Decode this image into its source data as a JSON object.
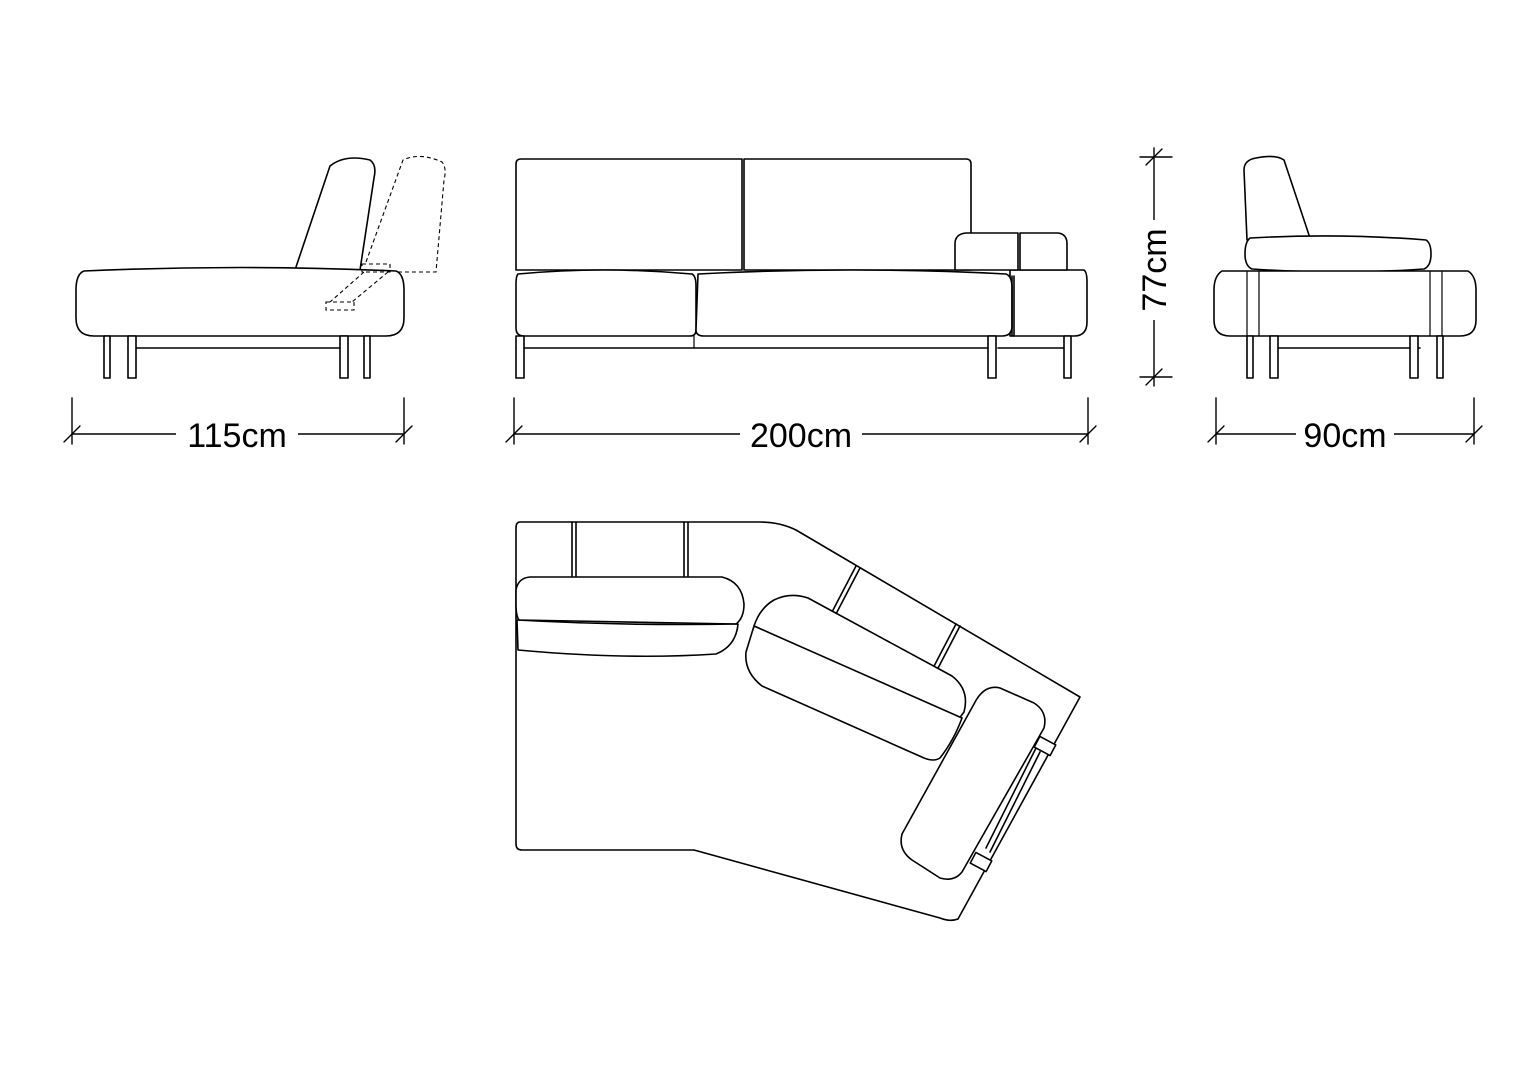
{
  "dimensions": {
    "side_depth": "115cm",
    "front_width": "200cm",
    "height": "77cm",
    "back_depth": "90cm"
  }
}
